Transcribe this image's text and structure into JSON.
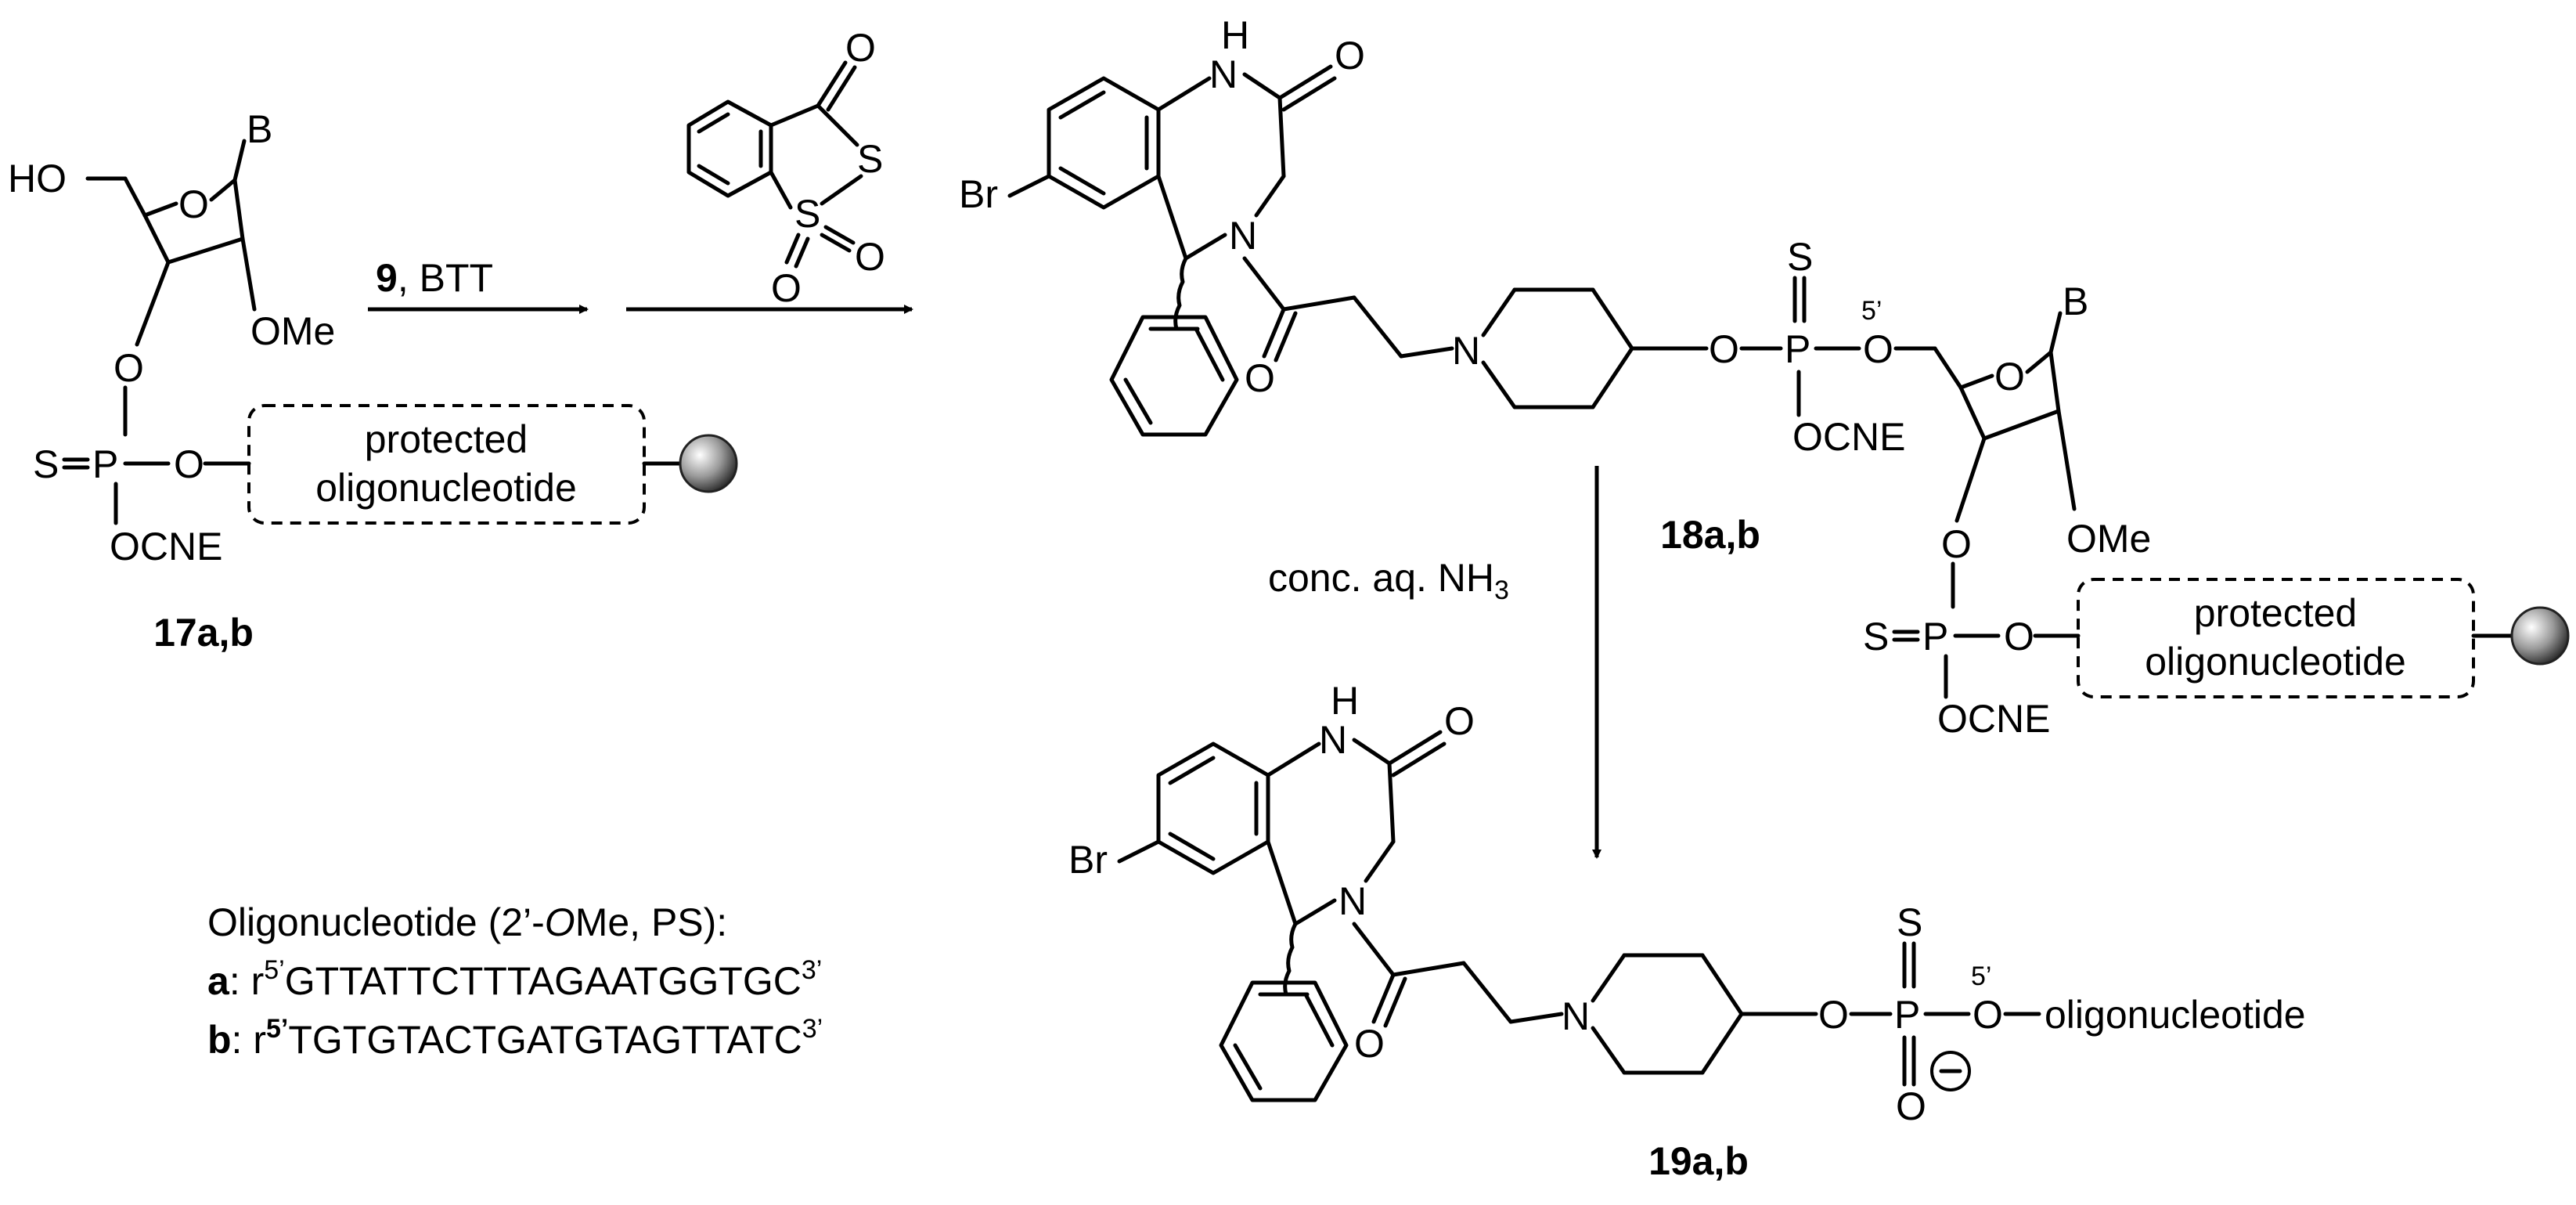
{
  "atoms": {
    "HO": "HO",
    "B": "B",
    "O": "O",
    "OMe": "OMe",
    "S": "S",
    "P": "P",
    "OCNE": "OCNE",
    "N": "N",
    "H": "H",
    "Br": "Br",
    "S_eq": "S=P",
    "prime5": "5’",
    "prime3": "3’",
    "minus": "−"
  },
  "support_box": {
    "line1": "protected",
    "line2": "oligonucleotide"
  },
  "reagents": {
    "step1_bold": "9",
    "step1_rest": ", BTT",
    "step3": "conc. aq. NH"
  },
  "compounds": {
    "c17": "17a,b",
    "c18": "18a,b",
    "c19": "19a,b"
  },
  "oligo_label": "oligonucleotide",
  "sequences": {
    "title_pre": "Oligonucleotide (2’-",
    "title_it": "O",
    "title_post": "Me, PS):",
    "a_label": "a",
    "a_r": ": r",
    "a_seq": "GTTATTCTTTAGAATGGTGC",
    "b_label": "b",
    "b_r": ": r",
    "b_seq": "TGTGTACTGATGTAGTTATC"
  },
  "subscript3": "3"
}
